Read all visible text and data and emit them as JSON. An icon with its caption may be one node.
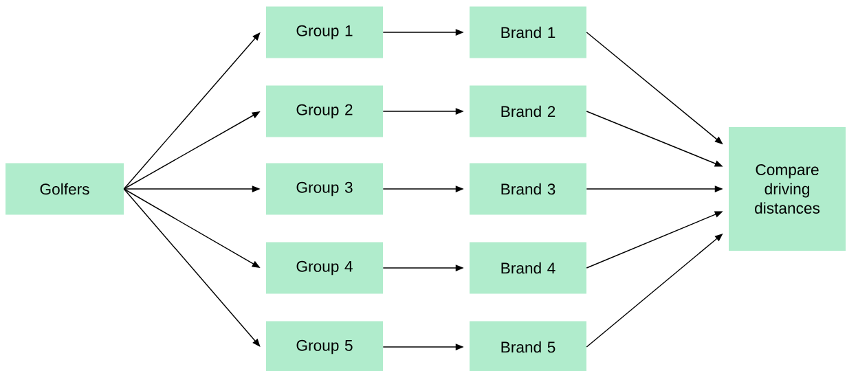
{
  "diagram": {
    "nodes": [
      {
        "text": [
          "Golfers"
        ]
      },
      {
        "text": [
          "Group 1"
        ]
      },
      {
        "text": [
          "Group 2"
        ]
      },
      {
        "text": [
          "Group 3"
        ]
      },
      {
        "text": [
          "Group 4"
        ]
      },
      {
        "text": [
          "Group 5"
        ]
      },
      {
        "text": [
          "Brand 1"
        ]
      },
      {
        "text": [
          "Brand 2"
        ]
      },
      {
        "text": [
          "Brand 3"
        ]
      },
      {
        "text": [
          "Brand 4"
        ]
      },
      {
        "text": [
          "Brand 5"
        ]
      },
      {
        "text": [
          "Compare driving distances"
        ]
      }
    ],
    "edges": [
      {
        "from": 0,
        "to": 1,
        "arrow": "to"
      },
      {
        "from": 0,
        "to": 2,
        "arrow": "to"
      },
      {
        "from": 0,
        "to": 3,
        "arrow": "to"
      },
      {
        "from": 0,
        "to": 4,
        "arrow": "to"
      },
      {
        "from": 0,
        "to": 5,
        "arrow": "to"
      },
      {
        "from": 1,
        "to": 6,
        "arrow": "to"
      },
      {
        "from": 2,
        "to": 7,
        "arrow": "to"
      },
      {
        "from": 3,
        "to": 8,
        "arrow": "to"
      },
      {
        "from": 4,
        "to": 9,
        "arrow": "to"
      },
      {
        "from": 5,
        "to": 10,
        "arrow": "to"
      },
      {
        "from": 6,
        "to": 11,
        "arrow": "to"
      },
      {
        "from": 7,
        "to": 11,
        "arrow": "to"
      },
      {
        "from": 8,
        "to": 11,
        "arrow": "to"
      },
      {
        "from": 9,
        "to": 11,
        "arrow": "to"
      },
      {
        "from": 10,
        "to": 11,
        "arrow": "to"
      }
    ]
  }
}
